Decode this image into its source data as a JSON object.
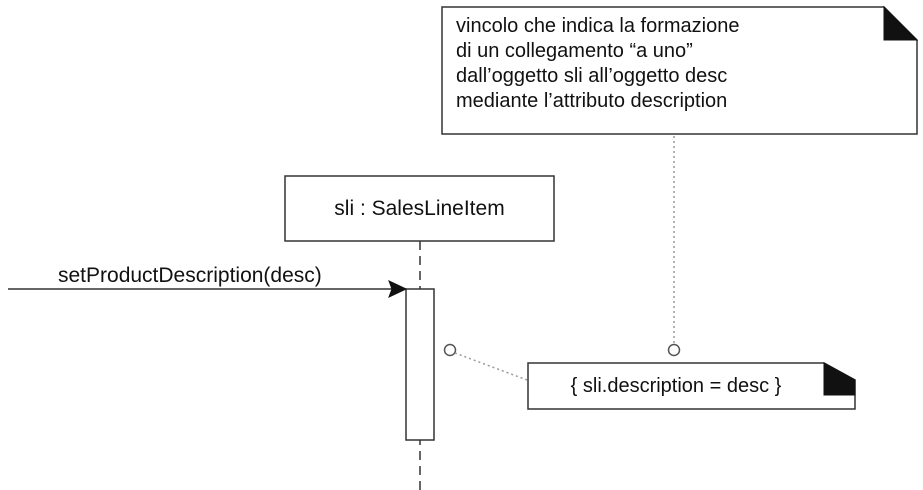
{
  "note": {
    "lines": [
      "vincolo che indica la formazione",
      "di un collegamento “a uno”",
      "dall’oggetto sli all’oggetto desc",
      "mediante l’attributo description"
    ]
  },
  "lifeline": {
    "label": "sli : SalesLineItem"
  },
  "message": {
    "label": "setProductDescription(desc)"
  },
  "constraint": {
    "label": "{ sli.description = desc }"
  },
  "colors": {
    "stroke": "#333333",
    "dotted": "#999999",
    "fill": "#ffffff",
    "text": "#111111"
  }
}
